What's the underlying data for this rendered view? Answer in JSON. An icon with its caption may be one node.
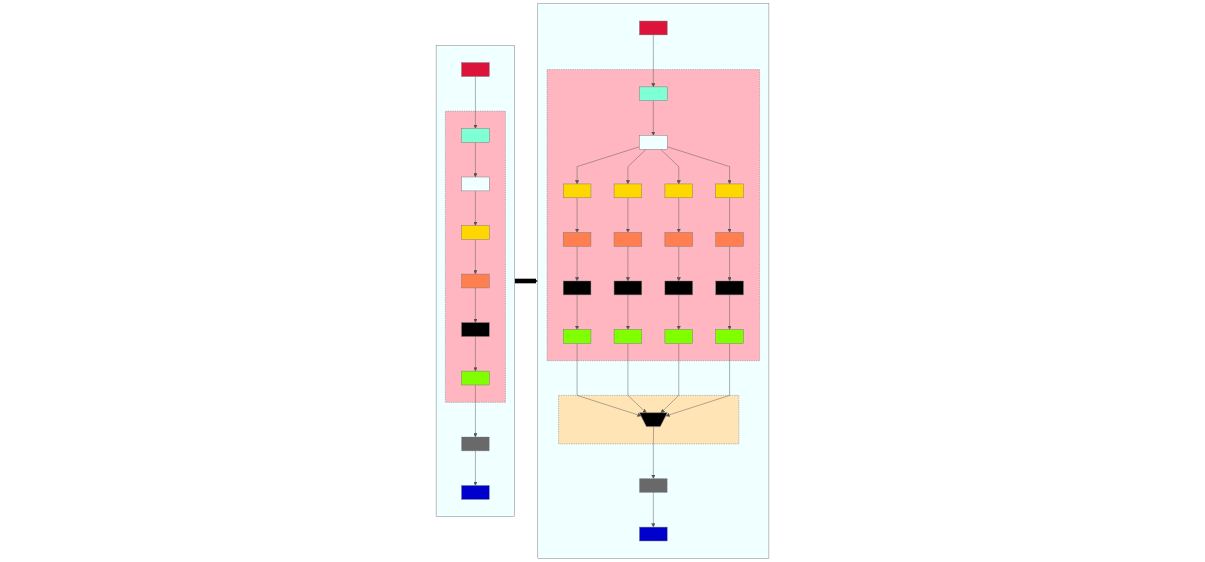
{
  "diagram": {
    "nodes": [
      {
        "text": [],
        "shape": "box"
      },
      {
        "text": [],
        "shape": "box",
        "in": 0
      },
      {
        "text": [],
        "shape": "box",
        "in": 0
      },
      {
        "text": [],
        "shape": "box",
        "in": 2
      },
      {
        "text": [],
        "shape": "box",
        "in": 2
      },
      {
        "text": [],
        "shape": "box",
        "in": 2
      },
      {
        "text": [],
        "shape": "box",
        "in": 2
      },
      {
        "text": [],
        "shape": "box",
        "in": 2
      },
      {
        "text": [],
        "shape": "box",
        "in": 2
      },
      {
        "text": [],
        "shape": "box",
        "in": 0
      },
      {
        "text": [],
        "shape": "box",
        "in": 0
      },
      {
        "text": [],
        "shape": "box"
      },
      {
        "text": [],
        "shape": "box",
        "in": 11
      },
      {
        "text": [],
        "shape": "box",
        "in": 11
      },
      {
        "text": [],
        "shape": "box",
        "in": 13
      },
      {
        "text": [],
        "shape": "box",
        "in": 13
      },
      {
        "text": [],
        "shape": "box",
        "in": 13
      },
      {
        "text": [],
        "shape": "box",
        "in": 13
      },
      {
        "text": [],
        "shape": "box",
        "in": 13
      },
      {
        "text": [],
        "shape": "box",
        "in": 13
      },
      {
        "text": [],
        "shape": "box",
        "in": 13
      },
      {
        "text": [],
        "shape": "box",
        "in": 13
      },
      {
        "text": [],
        "shape": "box",
        "in": 13
      },
      {
        "text": [],
        "shape": "box",
        "in": 13
      },
      {
        "text": [],
        "shape": "box",
        "in": 13
      },
      {
        "text": [],
        "shape": "box",
        "in": 13
      },
      {
        "text": [],
        "shape": "box",
        "in": 13
      },
      {
        "text": [],
        "shape": "box",
        "in": 13
      },
      {
        "text": [],
        "shape": "box",
        "in": 13
      },
      {
        "text": [],
        "shape": "box",
        "in": 13
      },
      {
        "text": [],
        "shape": "box",
        "in": 13
      },
      {
        "text": [],
        "shape": "box",
        "in": 13
      },
      {
        "text": [],
        "shape": "box",
        "in": 11
      },
      {
        "text": [],
        "shape": "trapezoid",
        "in": 32
      },
      {
        "text": [],
        "shape": "box",
        "in": 11
      },
      {
        "text": [],
        "shape": "box",
        "in": 11
      }
    ],
    "edges": [
      {
        "from": 1,
        "to": 3,
        "arrow": "to"
      },
      {
        "from": 3,
        "to": 4,
        "arrow": "to"
      },
      {
        "from": 4,
        "to": 5,
        "arrow": "to"
      },
      {
        "from": 5,
        "to": 6,
        "arrow": "to"
      },
      {
        "from": 6,
        "to": 7,
        "arrow": "to"
      },
      {
        "from": 7,
        "to": 8,
        "arrow": "to"
      },
      {
        "from": 8,
        "to": 9,
        "arrow": "to"
      },
      {
        "from": 9,
        "to": 10,
        "arrow": "to"
      },
      {
        "from": 0,
        "to": 11,
        "arrow": "to",
        "style": "thick",
        "color": "#000000"
      },
      {
        "from": 12,
        "to": 14,
        "arrow": "to"
      },
      {
        "from": 14,
        "to": 15,
        "arrow": "to"
      },
      {
        "from": 15,
        "to": 16,
        "arrow": "to"
      },
      {
        "from": 15,
        "to": 17,
        "arrow": "to"
      },
      {
        "from": 15,
        "to": 18,
        "arrow": "to"
      },
      {
        "from": 15,
        "to": 19,
        "arrow": "to"
      },
      {
        "from": 16,
        "to": 20,
        "arrow": "to"
      },
      {
        "from": 17,
        "to": 21,
        "arrow": "to"
      },
      {
        "from": 18,
        "to": 22,
        "arrow": "to"
      },
      {
        "from": 19,
        "to": 23,
        "arrow": "to"
      },
      {
        "from": 20,
        "to": 24,
        "arrow": "to"
      },
      {
        "from": 21,
        "to": 25,
        "arrow": "to"
      },
      {
        "from": 22,
        "to": 26,
        "arrow": "to"
      },
      {
        "from": 23,
        "to": 27,
        "arrow": "to"
      },
      {
        "from": 24,
        "to": 28,
        "arrow": "to"
      },
      {
        "from": 25,
        "to": 29,
        "arrow": "to"
      },
      {
        "from": 26,
        "to": 30,
        "arrow": "to"
      },
      {
        "from": 27,
        "to": 31,
        "arrow": "to"
      },
      {
        "from": 28,
        "to": 33,
        "arrow": "to"
      },
      {
        "from": 29,
        "to": 33,
        "arrow": "to"
      },
      {
        "from": 30,
        "to": 33,
        "arrow": "to"
      },
      {
        "from": 31,
        "to": 33,
        "arrow": "to"
      },
      {
        "from": 33,
        "to": 34,
        "arrow": "to"
      },
      {
        "from": 34,
        "to": 35,
        "arrow": "to"
      }
    ]
  }
}
